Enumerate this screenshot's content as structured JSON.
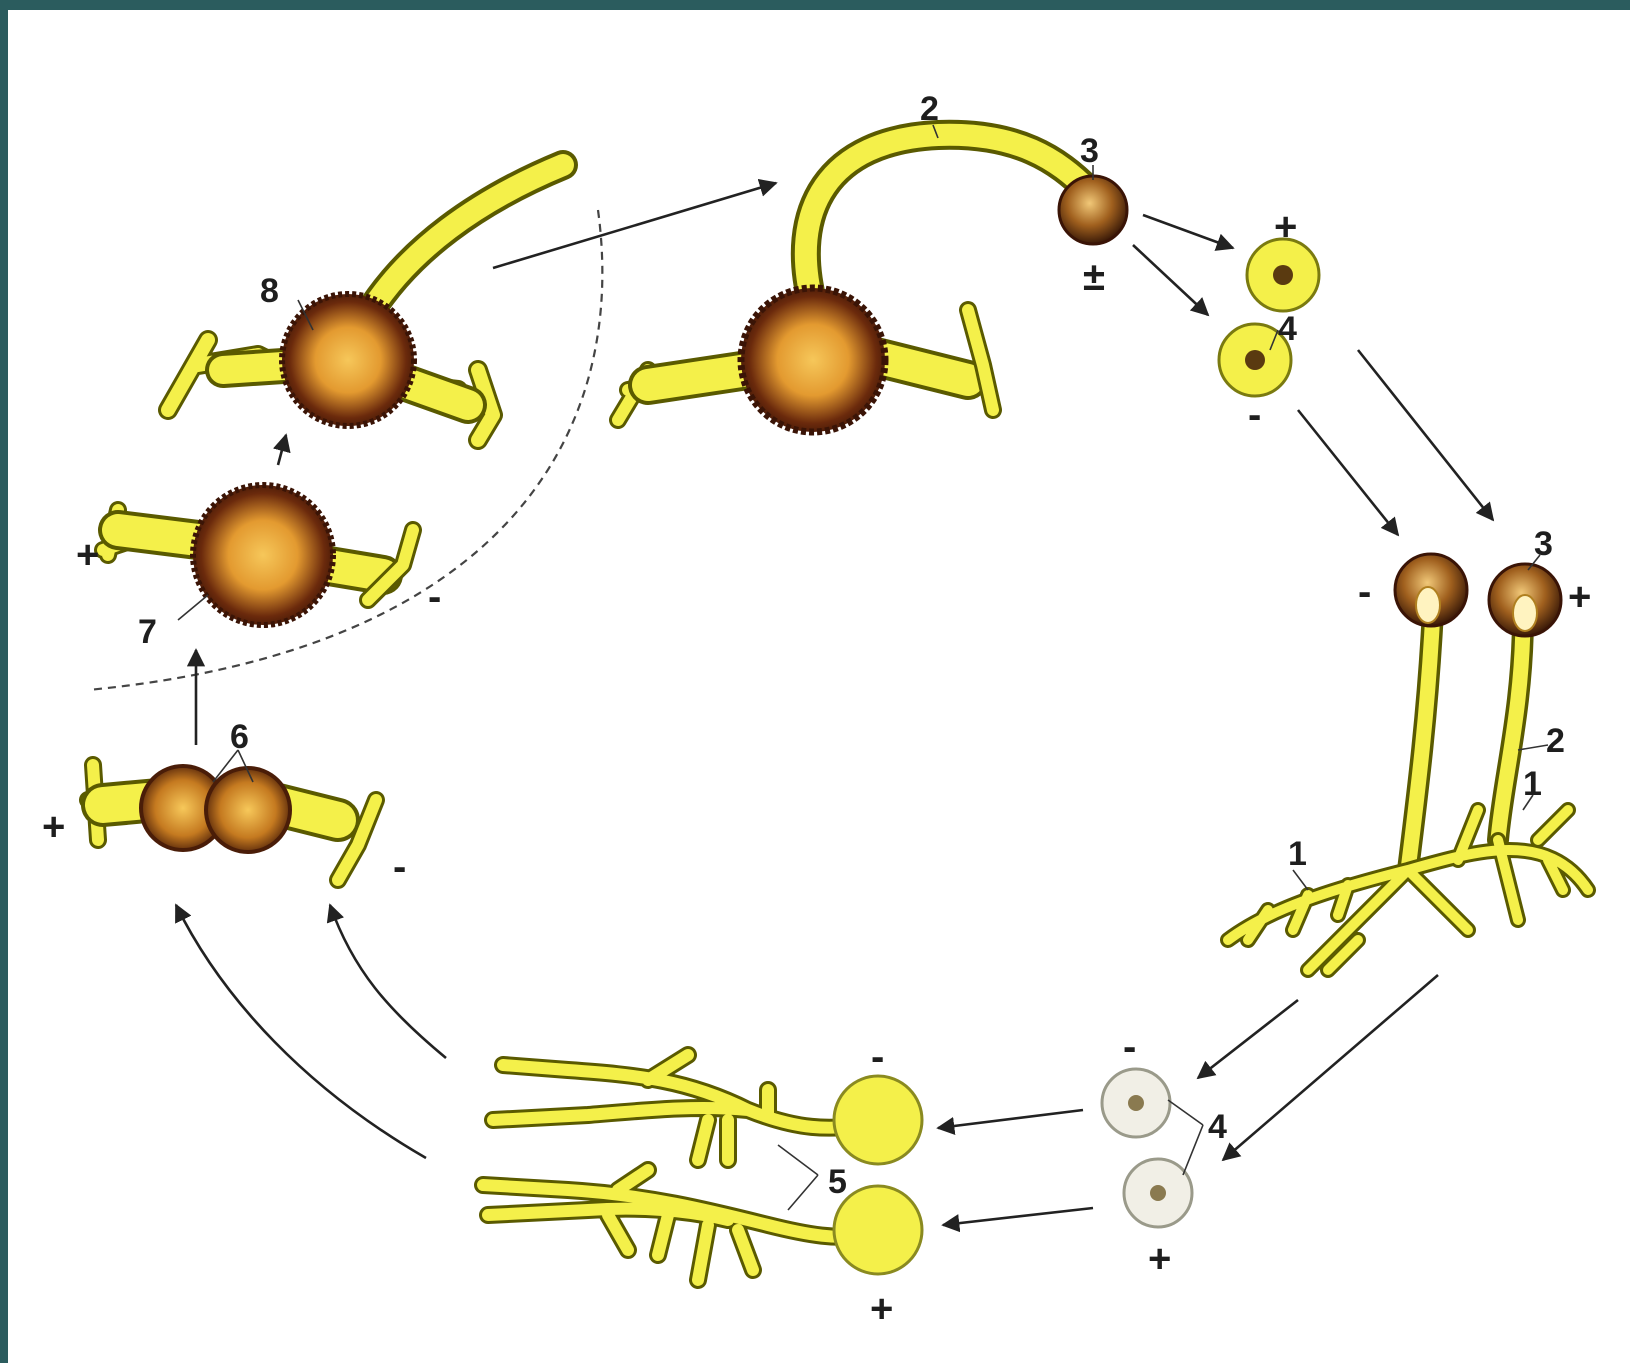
{
  "colors": {
    "frame": "#2b5c5e",
    "hypha": "#f4f04a",
    "hypha_outline": "#5a5a00",
    "zygospore_dark": "#4a1d08",
    "zygospore_light": "#f0b63c",
    "spore_pale": "#f1efe6"
  },
  "labels": {
    "n1": "1",
    "n2": "2",
    "n3": "3",
    "n4": "4",
    "n5": "5",
    "n6": "6",
    "n7": "7",
    "n8": "8"
  },
  "signs": {
    "plus": "+",
    "minus": "-",
    "plus_minus": "±"
  }
}
